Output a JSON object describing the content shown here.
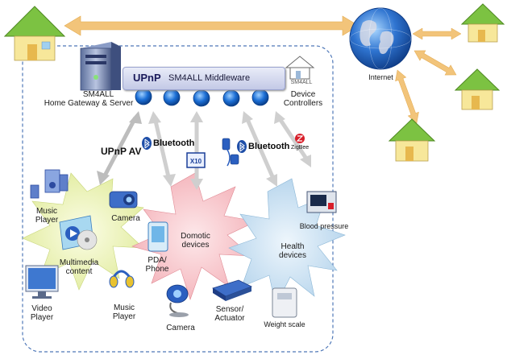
{
  "middleware": {
    "upnp_logo": "UPnP",
    "title": "SM4ALL Middleware"
  },
  "labels": {
    "gateway_line1": "SM4ALL",
    "gateway_line2": "Home Gateway & Server",
    "device_controllers_line1": "Device",
    "device_controllers_line2": "Controllers",
    "internet": "Internet",
    "upnp_av": "UPnP AV",
    "bluetooth_1": "Bluetooth",
    "bluetooth_2": "Bluetooth",
    "zigbee": "ZigBee",
    "sm4all_logo": "SM4ALL"
  },
  "clusters": {
    "multimedia": {
      "title_line1": "Multimedia",
      "title_line2": "content",
      "music_player_top_line1": "Music",
      "music_player_top_line2": "Player",
      "camera_top": "Camera",
      "video_player_line1": "Video",
      "video_player_line2": "Player",
      "music_player_bottom_line1": "Music",
      "music_player_bottom_line2": "Player"
    },
    "domotic": {
      "title_line1": "Domotic",
      "title_line2": "devices",
      "pda_line1": "PDA/",
      "pda_line2": "Phone",
      "camera_bottom": "Camera",
      "sensor_line1": "Sensor/",
      "sensor_line2": "Actuator"
    },
    "health": {
      "title_line1": "Health",
      "title_line2": "devices",
      "blood_pressure": "Blood pressure",
      "weight_scale": "Weight scale"
    }
  },
  "colors": {
    "arrow_orange": "#f2c47a",
    "arrow_gray": "#cfcfcf",
    "dashed_border": "#4f78b8",
    "house_green": "#7cc242",
    "house_wall": "#f7e79a",
    "globe_blue": "#2f74d0",
    "node_blue": "#1c6fd6",
    "burst_yellow": "#eef3b8",
    "burst_pink": "#f8c8cc",
    "burst_blue": "#c8e0f2"
  }
}
